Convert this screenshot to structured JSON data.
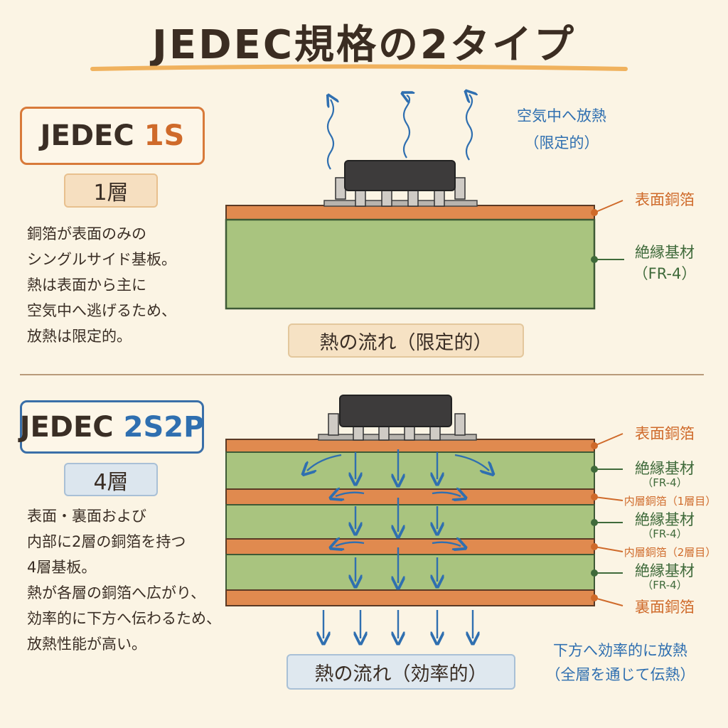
{
  "title": "JEDEC規格の2タイプ",
  "colors": {
    "copper": "#e08a4f",
    "substrate": "#a9c47f",
    "arrow": "#2f6fb0",
    "orange": "#cf6a2a",
    "green": "#3f6a3a"
  },
  "type_1s": {
    "name_prefix": "JEDEC",
    "name_suffix": "1S",
    "layers": "1層",
    "description": "銅箔が表面のみの\nシングルサイド基板。\n熱は表面から主に\n空気中へ逃げるため、\n放熱は限定的。",
    "air_note": [
      "空気中へ放熱",
      "（限定的）"
    ],
    "labels": {
      "top_copper": "表面銅箔",
      "substrate": "絶縁基材",
      "substrate_sub": "（FR-4）"
    },
    "flow": "熱の流れ（限定的）"
  },
  "type_2s2p": {
    "name_prefix": "JEDEC",
    "name_suffix": "2S2P",
    "layers": "4層",
    "description": "表面・裏面および\n内部に2層の銅箔を持つ\n4層基板。\n熱が各層の銅箔へ広がり、\n効率的に下方へ伝わるため、\n放熱性能が高い。",
    "labels": {
      "top_copper": "表面銅箔",
      "substrate": "絶縁基材",
      "substrate_sub": "（FR-4）",
      "inner1": "内層銅箔（1層目）",
      "inner2": "内層銅箔（2層目）",
      "bottom_copper": "裏面銅箔"
    },
    "bottom_note": [
      "下方へ効率的に放熱",
      "（全層を通じて伝熱）"
    ],
    "flow": "熱の流れ（効率的）"
  }
}
